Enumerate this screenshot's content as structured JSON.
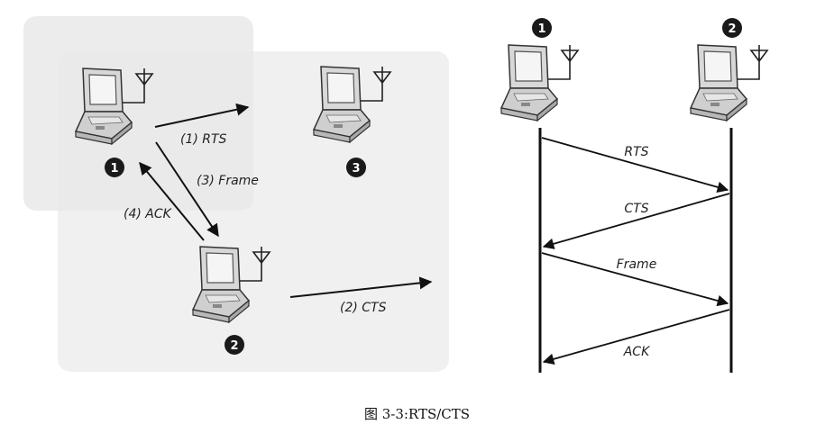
{
  "caption": "图 3-3:RTS/CTS",
  "left_diagram": {
    "node_labels": [
      "1",
      "2",
      "3"
    ],
    "arrow_labels": {
      "rts": "(1) RTS",
      "cts": "(2) CTS",
      "frame": "(3) Frame",
      "ack": "(4) ACK"
    }
  },
  "right_diagram": {
    "station_labels": [
      "1",
      "2"
    ],
    "messages": [
      "RTS",
      "CTS",
      "Frame",
      "ACK"
    ]
  }
}
